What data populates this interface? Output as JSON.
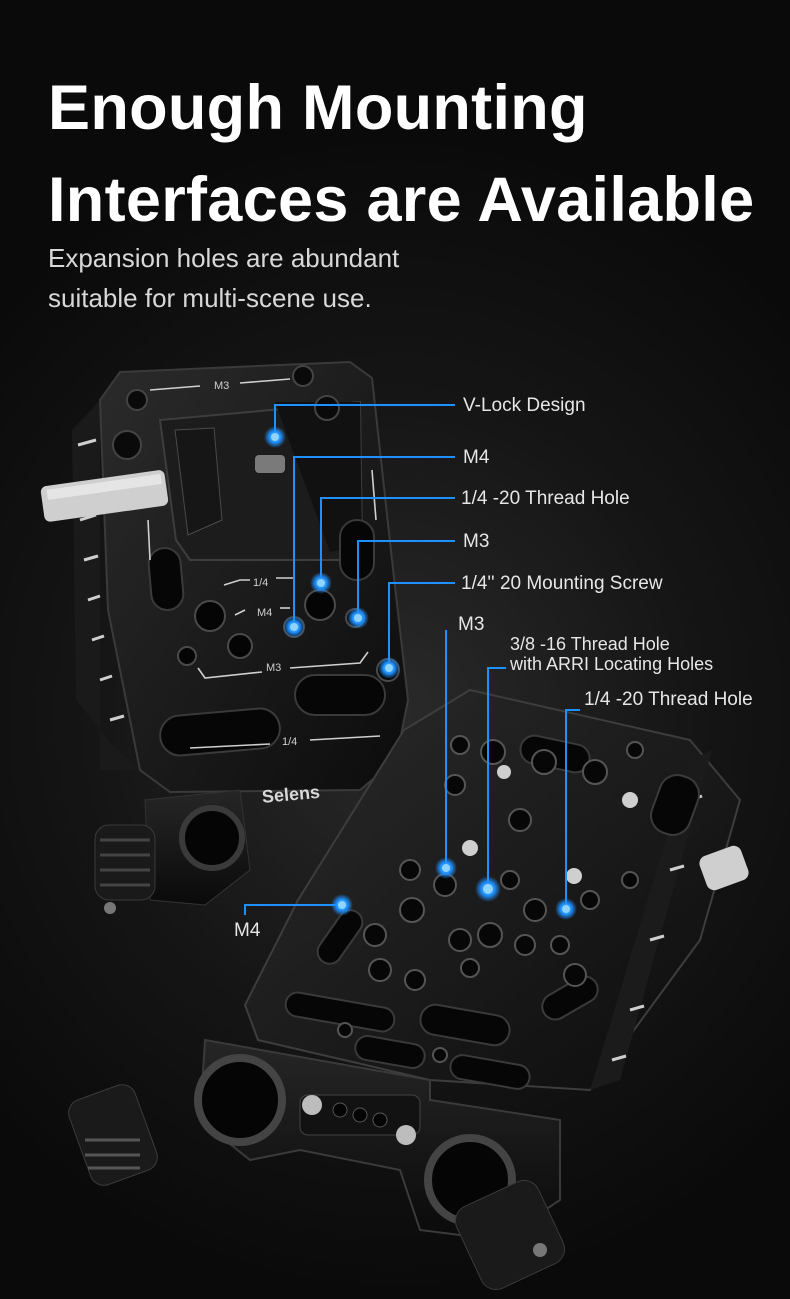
{
  "headline": {
    "line1": "Enough Mounting",
    "line2": "Interfaces are Available"
  },
  "subheadline": {
    "line1": "Expansion holes are abundant",
    "line2": "suitable for multi-scene use."
  },
  "callouts": {
    "vlock": "V-Lock Design",
    "m4_top": "M4",
    "thread_14_top": "1/4 -20 Thread Hole",
    "m3_top": "M3",
    "mount_screw": "1/4'' 20 Mounting Screw",
    "m3_mid": "M3",
    "thread_38_line1": "3/8 -16 Thread Hole",
    "thread_38_line2": "with ARRI Locating Holes",
    "thread_14_right": "1/4 -20 Thread Hole",
    "m4_left": "M4"
  },
  "plate_markings": {
    "m3_top": "M3",
    "quarter_1": "1/4",
    "m4": "M4",
    "m3_bottom": "M3",
    "quarter_2": "1/4",
    "brand": "Selens"
  },
  "colors": {
    "accent": "#1e90ff",
    "background": "#111111",
    "text": "#ffffff"
  }
}
